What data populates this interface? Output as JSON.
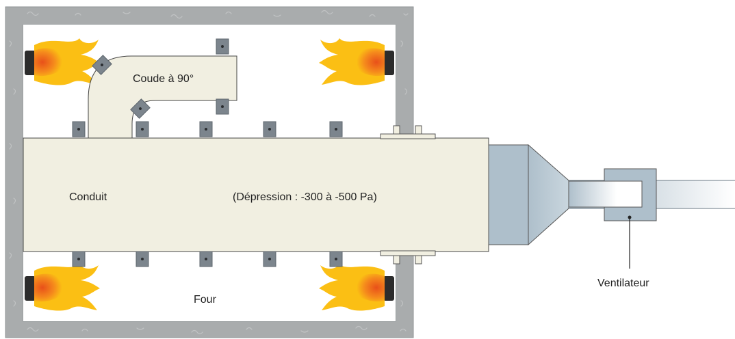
{
  "labels": {
    "elbow": "Coude à 90°",
    "duct": "Conduit",
    "pressure": "(Dépression : -300 à -500 Pa)",
    "oven": "Four",
    "fan": "Ventilateur"
  },
  "colors": {
    "wall": "#a9acad",
    "duct_fill": "#f1efe1",
    "support": "#7c858d",
    "fan_body": "#aebfcb",
    "flame_outer": "#fbbf14",
    "flame_inner": "#f06a1a",
    "burner": "#2c2c2c"
  }
}
